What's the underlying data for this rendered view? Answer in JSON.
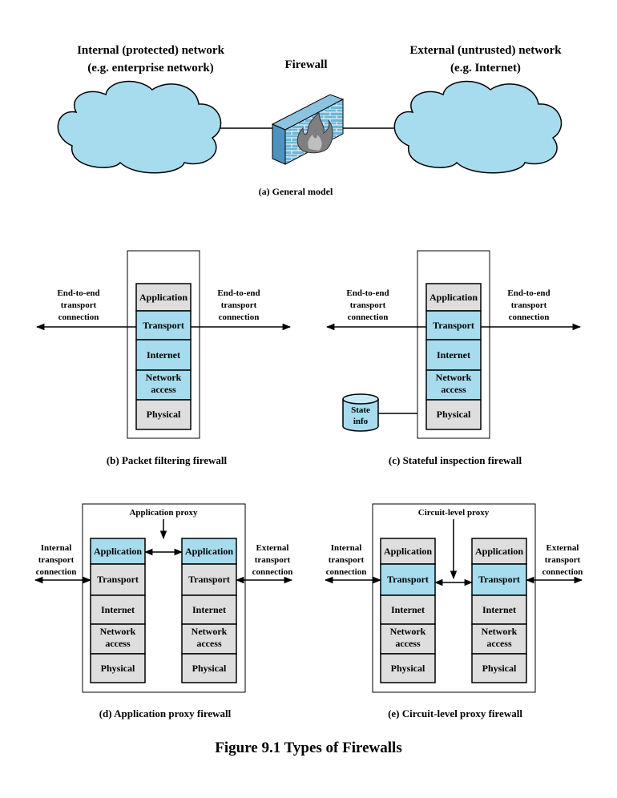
{
  "general_model": {
    "internal_label_1": "Internal (protected) network",
    "internal_label_2": "(e.g. enterprise network)",
    "firewall_label": "Firewall",
    "external_label_1": "External (untrusted) network",
    "external_label_2": "(e.g. Internet)",
    "caption": "(a) General model"
  },
  "layers": {
    "application": "Application",
    "transport": "Transport",
    "internet": "Internet",
    "network_1": "Network",
    "network_2": "access",
    "physical": "Physical"
  },
  "panel_b": {
    "left_1": "End-to-end",
    "left_2": "transport",
    "left_3": "connection",
    "right_1": "End-to-end",
    "right_2": "transport",
    "right_3": "connection",
    "caption": "(b) Packet filtering firewall"
  },
  "panel_c": {
    "left_1": "End-to-end",
    "left_2": "transport",
    "left_3": "connection",
    "right_1": "End-to-end",
    "right_2": "transport",
    "right_3": "connection",
    "state_1": "State",
    "state_2": "info",
    "caption": "(c) Stateful inspection firewall"
  },
  "panel_d": {
    "proxy": "Application proxy",
    "left_1": "Internal",
    "left_2": "transport",
    "left_3": "connection",
    "right_1": "External",
    "right_2": "transport",
    "right_3": "connection",
    "caption": "(d) Application proxy firewall"
  },
  "panel_e": {
    "proxy": "Circuit-level proxy",
    "left_1": "Internal",
    "left_2": "transport",
    "left_3": "connection",
    "right_1": "External",
    "right_2": "transport",
    "right_3": "connection",
    "caption": "(e) Circuit-level proxy firewall"
  },
  "figure_title": "Figure 9.1  Types of Firewalls",
  "colors": {
    "highlight": "#a6dcee",
    "layer": "#dedede",
    "brick": "#6fb6d8"
  },
  "icons": [
    "cloud-icon",
    "brick-wall-firewall-icon",
    "flame-icon",
    "database-cylinder-icon"
  ]
}
